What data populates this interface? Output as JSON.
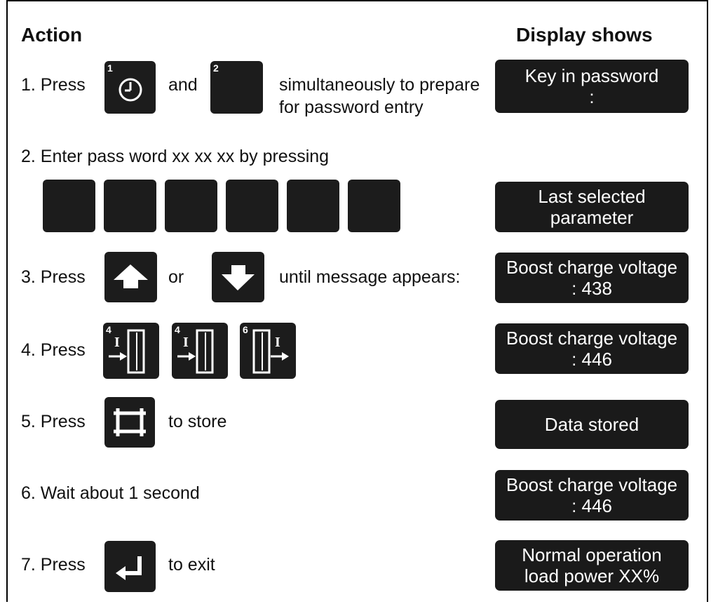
{
  "headers": {
    "action": "Action",
    "display": "Display shows"
  },
  "steps": {
    "s1": {
      "label": "1. Press",
      "and": "and",
      "desc1": "simultaneously to prepare",
      "desc2": "for password entry",
      "key_a_num": "1",
      "key_a_icon": "clock-icon",
      "key_b_num": "2",
      "display": [
        "Key in password",
        ":"
      ]
    },
    "s2": {
      "label": "2. Enter pass word xx xx xx by pressing",
      "keys": 6,
      "display": [
        "Last selected",
        "parameter"
      ]
    },
    "s3": {
      "label": "3. Press",
      "or": "or",
      "desc": "until message appears:",
      "icons": [
        "arrow-up-icon",
        "arrow-down-icon"
      ],
      "display": [
        "Boost charge voltage",
        ": 438"
      ]
    },
    "s4": {
      "label": "4. Press",
      "key_nums": [
        "4",
        "4",
        "6"
      ],
      "icons": [
        "current-in-icon",
        "current-in-icon",
        "current-out-icon"
      ],
      "key_letter": "I",
      "display": [
        "Boost charge voltage",
        ": 446"
      ]
    },
    "s5": {
      "label": "5. Press",
      "desc": "to store",
      "icon": "store-icon",
      "display": [
        "Data stored"
      ]
    },
    "s6": {
      "label": "6. Wait about 1 second",
      "display": [
        "Boost charge voltage",
        ": 446"
      ]
    },
    "s7": {
      "label": "7. Press",
      "desc": "to exit",
      "icon": "enter-icon",
      "display": [
        "Normal operation",
        "load power XX%"
      ]
    }
  }
}
